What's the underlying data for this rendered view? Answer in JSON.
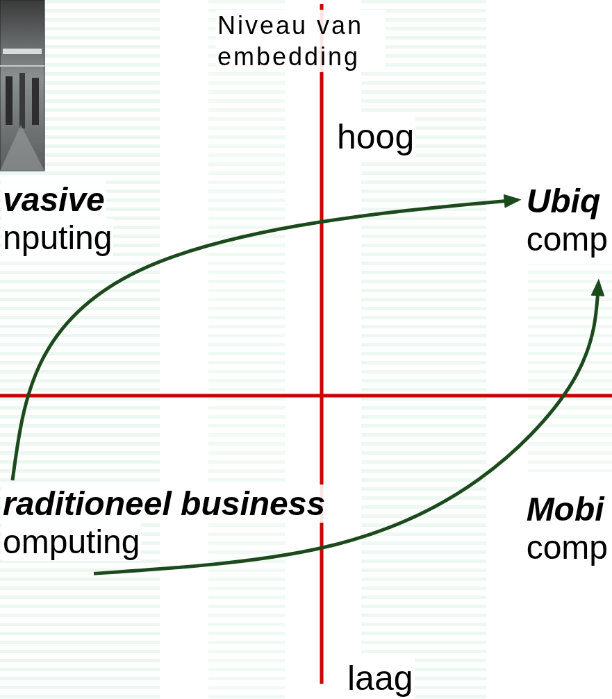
{
  "diagram": {
    "nodes": [
      {
        "text": [
          "vasive",
          "nputing"
        ]
      },
      {
        "text": [
          "Ubiq",
          "comp"
        ]
      },
      {
        "text": [
          "raditioneel business",
          "omputing"
        ]
      },
      {
        "text": [
          "Mobi",
          "comp"
        ]
      }
    ],
    "edges": [
      {
        "from": 2,
        "to": 1,
        "arrow": "to"
      },
      {
        "from": 2,
        "to": 1,
        "arrow": "to"
      }
    ],
    "labels": [
      "Niveau van embedding",
      "hoog",
      "laag"
    ]
  }
}
